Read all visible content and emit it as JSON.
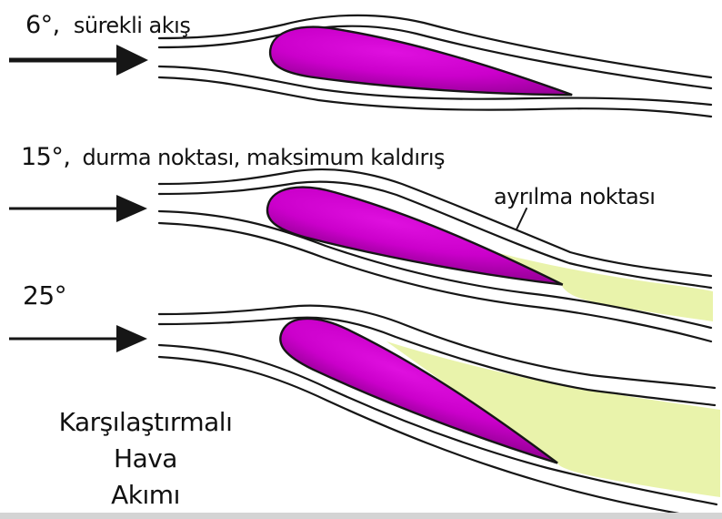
{
  "diagram": {
    "sections": [
      {
        "angle": "6°,",
        "description": "sürekli akış"
      },
      {
        "angle": "15°,",
        "description": "durma noktası, maksimum kaldırış"
      },
      {
        "angle": "25°",
        "description": ""
      }
    ],
    "separation_label": "ayrılma noktası",
    "footer_title_lines": [
      "Karşılaştırmalı",
      "Hava",
      "Akımı"
    ],
    "colors": {
      "background": "#ffffff",
      "text": "#111111",
      "line": "#161616",
      "airfoil_highlight": "#df10df",
      "airfoil_core": "#cb00cb",
      "airfoil_edge": "#8e008e",
      "wake": "#e9f3ab",
      "footer_bar": "#d4d4d4"
    }
  }
}
